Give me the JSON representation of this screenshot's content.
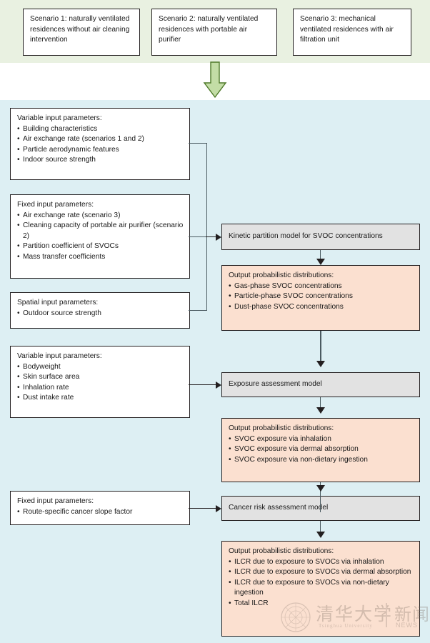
{
  "figure": {
    "type": "flowchart",
    "description": "Probabilistic modelling framework linking ventilation scenarios, input parameters, kinetic partition / exposure / cancer-risk models and their probabilistic output distributions"
  },
  "colors": {
    "band_green": "#e9f1e1",
    "band_blue": "#ddeff3",
    "box_white": "#ffffff",
    "box_gray": "#e2e2e2",
    "box_peach": "#fbe0d0",
    "arrow_green_fill": "#c3dda6",
    "arrow_green_stroke": "#4f7a2a",
    "line": "#231f20"
  },
  "scenarios": [
    {
      "label": "Scenario 1: naturally ventilated residences without air cleaning intervention"
    },
    {
      "label": "Scenario 2: naturally ventilated residences with portable air purifier"
    },
    {
      "label": "Scenario 3: mechanical ventilated residences with air filtration unit"
    }
  ],
  "flow_arrow": {
    "name": "down-block-arrow",
    "direction": "down"
  },
  "inputs": [
    {
      "id": "variable-inputs-building",
      "title": "Variable input parameters:",
      "items": [
        "Building characteristics",
        "Air exchange rate (scenarios 1 and 2)",
        "Particle aerodynamic features",
        "Indoor source strength"
      ]
    },
    {
      "id": "fixed-inputs-model",
      "title": "Fixed input parameters:",
      "items": [
        "Air exchange rate (scenario 3)",
        "Cleaning capacity of portable air purifier (scenario 2)",
        "Partition coefficient of SVOCs",
        "Mass transfer coefficients"
      ]
    },
    {
      "id": "spatial-inputs",
      "title": "Spatial input parameters:",
      "items": [
        "Outdoor source strength"
      ]
    },
    {
      "id": "variable-inputs-exposure",
      "title": "Variable input parameters:",
      "items": [
        "Bodyweight",
        "Skin surface area",
        "Inhalation rate",
        "Dust intake rate"
      ]
    },
    {
      "id": "fixed-inputs-cancer",
      "title": "Fixed input parameters:",
      "items": [
        "Route-specific cancer slope factor"
      ]
    }
  ],
  "models": [
    {
      "id": "kinetic-partition-model",
      "label": "Kinetic partition model for SVOC concentrations"
    },
    {
      "id": "exposure-assessment-model",
      "label": "Exposure assessment model"
    },
    {
      "id": "cancer-risk-assessment-model",
      "label": "Cancer risk assessment model"
    }
  ],
  "outputs": [
    {
      "id": "output-concentrations",
      "title": "Output probabilistic distributions:",
      "items": [
        "Gas-phase SVOC concentrations",
        "Particle-phase SVOC concentrations",
        "Dust-phase SVOC concentrations"
      ]
    },
    {
      "id": "output-exposure",
      "title": "Output probabilistic distributions:",
      "items": [
        "SVOC exposure via inhalation",
        "SVOC exposure via dermal absorption",
        "SVOC exposure via non-dietary ingestion"
      ]
    },
    {
      "id": "output-risk",
      "title": "Output probabilistic distributions:",
      "items": [
        "ILCR due to exposure to SVOCs via inhalation",
        "ILCR due to exposure to SVOCs via dermal absorption",
        "ILCR due to exposure to SVOCs via non-dietary ingestion",
        "Total ILCR"
      ]
    }
  ],
  "watermark": {
    "chinese_name": "清华大学",
    "english_name": "Tsinghua University",
    "section_chinese": "新闻",
    "section_english": "NEWS"
  }
}
